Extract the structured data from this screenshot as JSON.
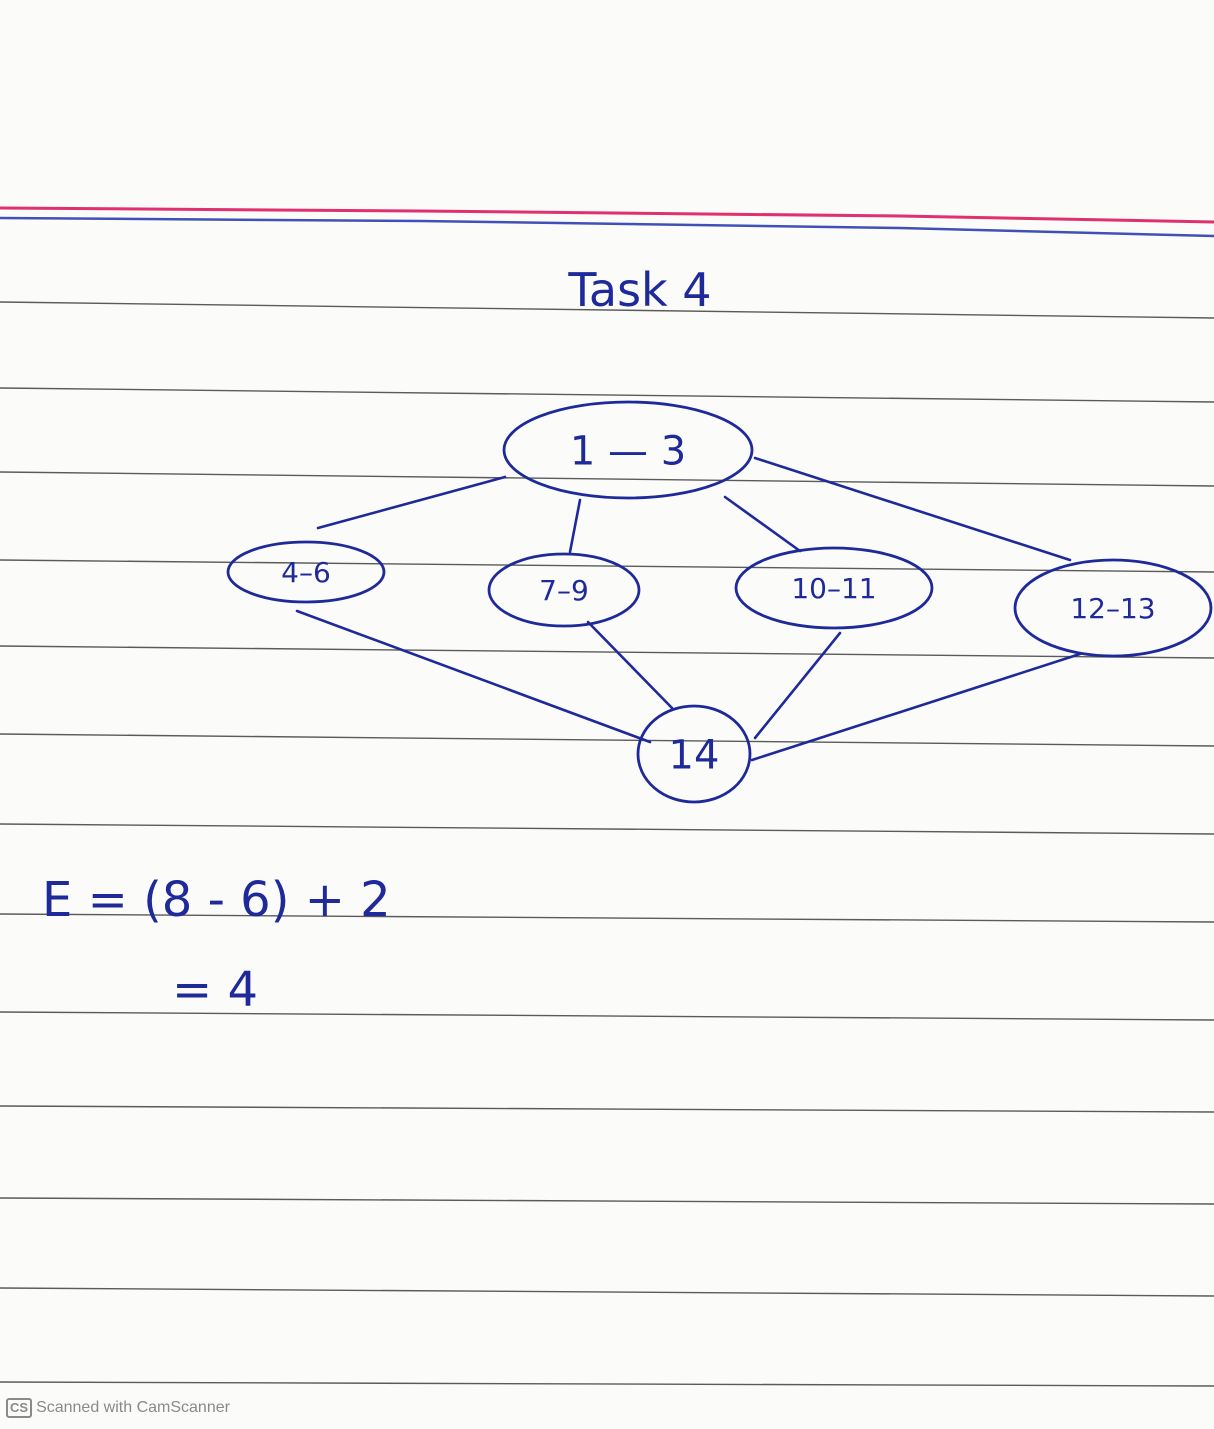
{
  "title": "Task 4",
  "nodes": [
    {
      "id": "n1",
      "label": "1 — 3"
    },
    {
      "id": "n2",
      "label": "4–6"
    },
    {
      "id": "n3",
      "label": "7–9"
    },
    {
      "id": "n4",
      "label": "10–11"
    },
    {
      "id": "n5",
      "label": "12–13"
    },
    {
      "id": "n6",
      "label": "14"
    }
  ],
  "edges": [
    [
      "n1",
      "n2"
    ],
    [
      "n1",
      "n3"
    ],
    [
      "n1",
      "n4"
    ],
    [
      "n1",
      "n5"
    ],
    [
      "n2",
      "n6"
    ],
    [
      "n3",
      "n6"
    ],
    [
      "n4",
      "n6"
    ],
    [
      "n5",
      "n6"
    ]
  ],
  "formula": {
    "line1": "E = (8 - 6) + 2",
    "line2": "= 4"
  },
  "watermark": {
    "logo": "CS",
    "text": "Scanned with CamScanner"
  },
  "colors": {
    "ink": "#1f2a9a",
    "rule_lines": "#5a5a5a",
    "margin_red": "#e0306f",
    "margin_blue": "#4050b8"
  }
}
